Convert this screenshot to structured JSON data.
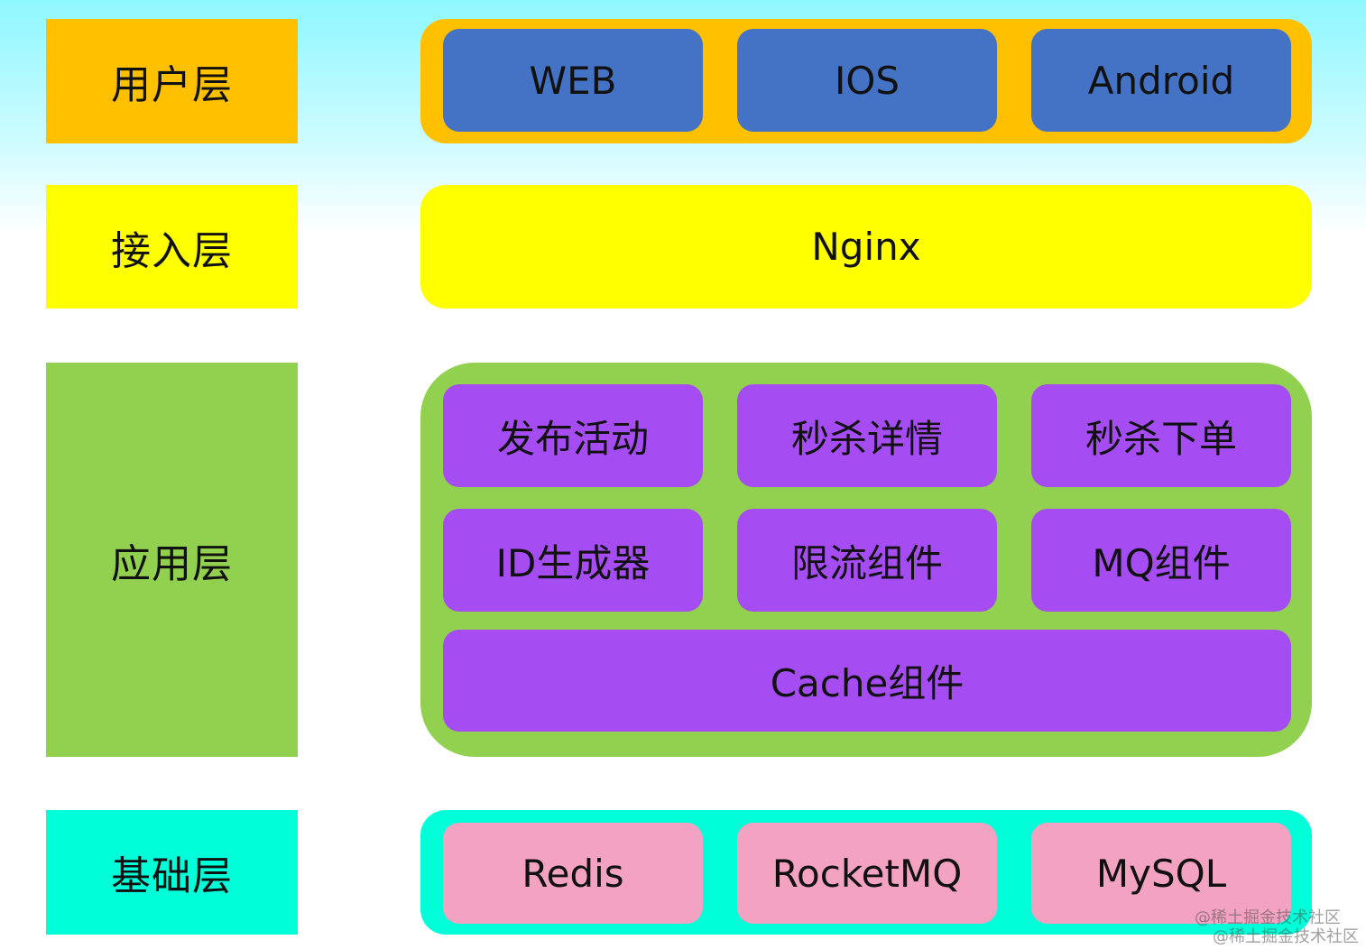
{
  "colors": {
    "user_layer": "#ffc000",
    "access_layer": "#ffff00",
    "app_layer": "#92d050",
    "base_layer": "#00ffd8",
    "client_box": "#4472c4",
    "service_box": "#a54cf2",
    "infra_box": "#f4a2c1"
  },
  "layers": {
    "user": {
      "label": "用户层",
      "items": [
        "WEB",
        "IOS",
        "Android"
      ]
    },
    "access": {
      "label": "接入层",
      "item": "Nginx"
    },
    "app": {
      "label": "应用层",
      "row1": [
        "发布活动",
        "秒杀详情",
        "秒杀下单"
      ],
      "row2": [
        "ID生成器",
        "限流组件",
        "MQ组件"
      ],
      "row3": "Cache组件"
    },
    "base": {
      "label": "基础层",
      "items": [
        "Redis",
        "RocketMQ",
        "MySQL"
      ]
    }
  },
  "watermarks": [
    "@稀土掘金技术社区",
    "@稀土掘金技术社区"
  ]
}
